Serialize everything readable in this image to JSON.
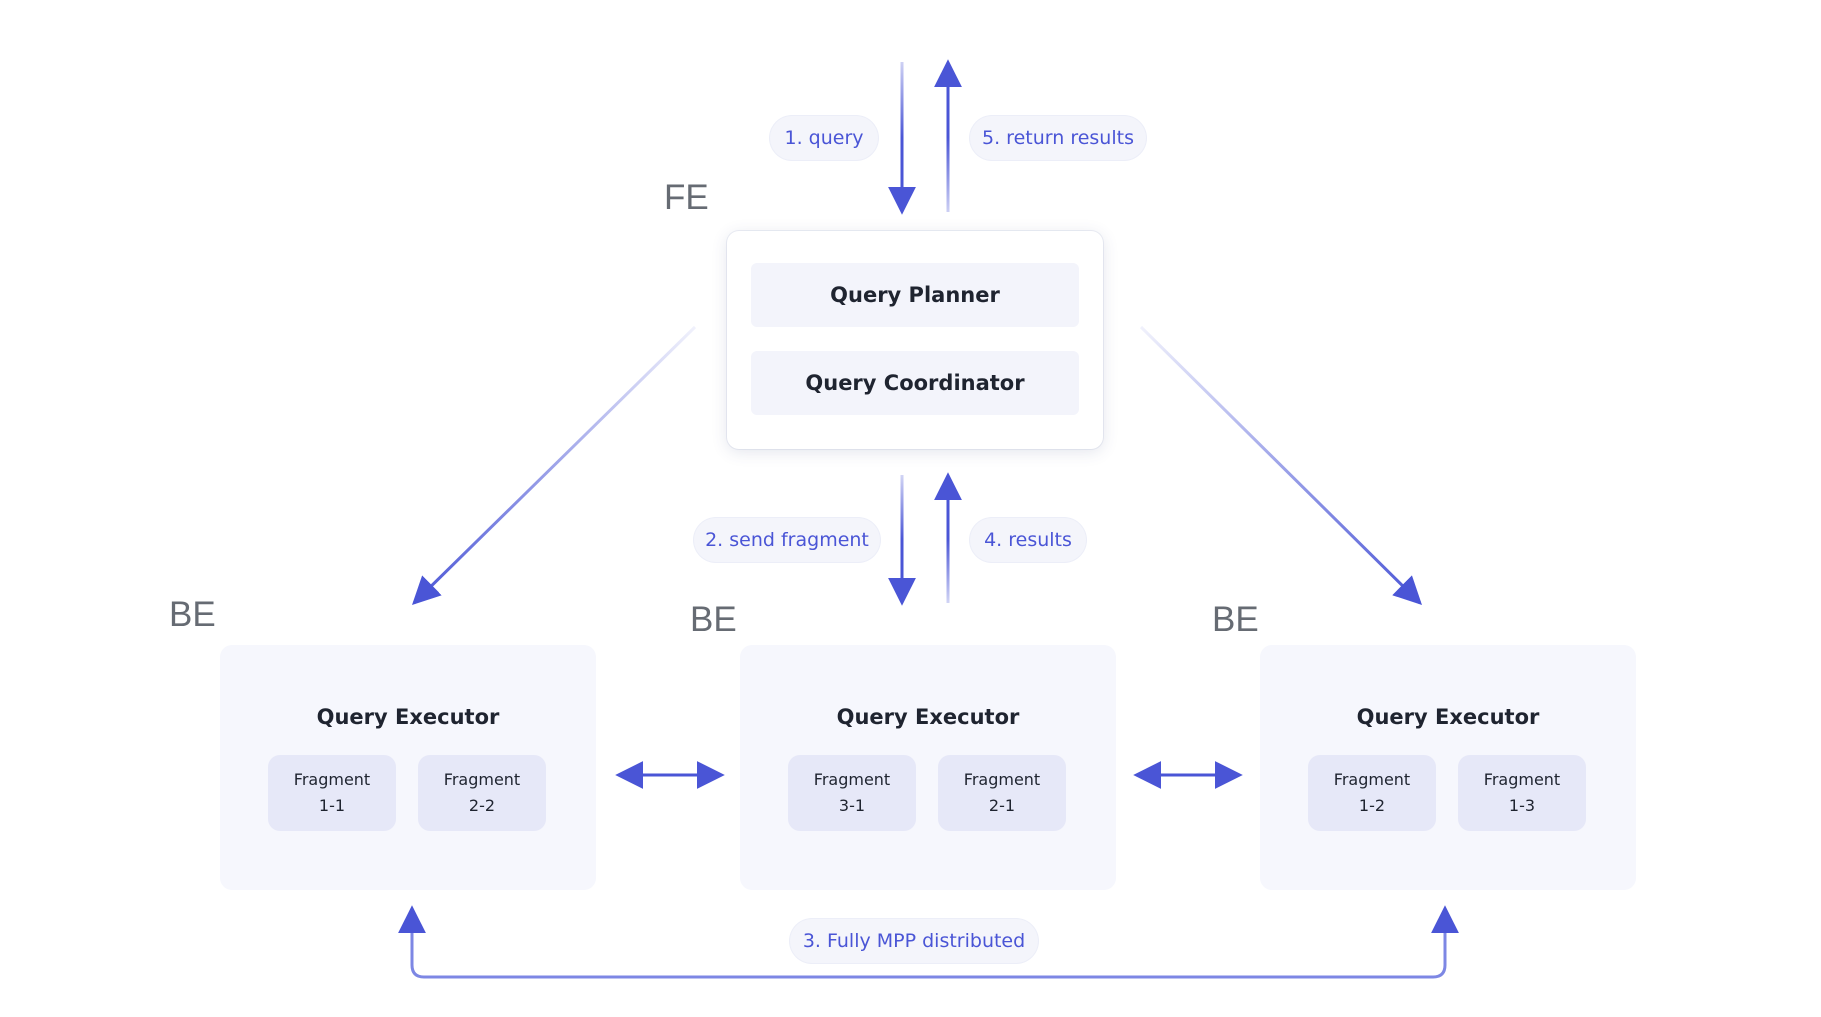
{
  "flow_labels": {
    "query": "1. query",
    "return_results": "5. return results",
    "send_fragment": "2. send fragment",
    "results": "4. results",
    "mpp": "3. Fully MPP distributed"
  },
  "fe": {
    "label": "FE",
    "items": [
      "Query Planner",
      "Query Coordinator"
    ]
  },
  "backends": [
    {
      "label": "BE",
      "title": "Query Executor",
      "fragments": [
        {
          "line1": "Fragment",
          "line2": "1-1"
        },
        {
          "line1": "Fragment",
          "line2": "2-2"
        }
      ]
    },
    {
      "label": "BE",
      "title": "Query Executor",
      "fragments": [
        {
          "line1": "Fragment",
          "line2": "3-1"
        },
        {
          "line1": "Fragment",
          "line2": "2-1"
        }
      ]
    },
    {
      "label": "BE",
      "title": "Query Executor",
      "fragments": [
        {
          "line1": "Fragment",
          "line2": "1-2"
        },
        {
          "line1": "Fragment",
          "line2": "1-3"
        }
      ]
    }
  ],
  "colors": {
    "arrow": "#4a55d6",
    "pill_bg": "#f4f5fb",
    "be_bg": "#f6f7fd",
    "fragment_bg": "#e6e8f8"
  }
}
